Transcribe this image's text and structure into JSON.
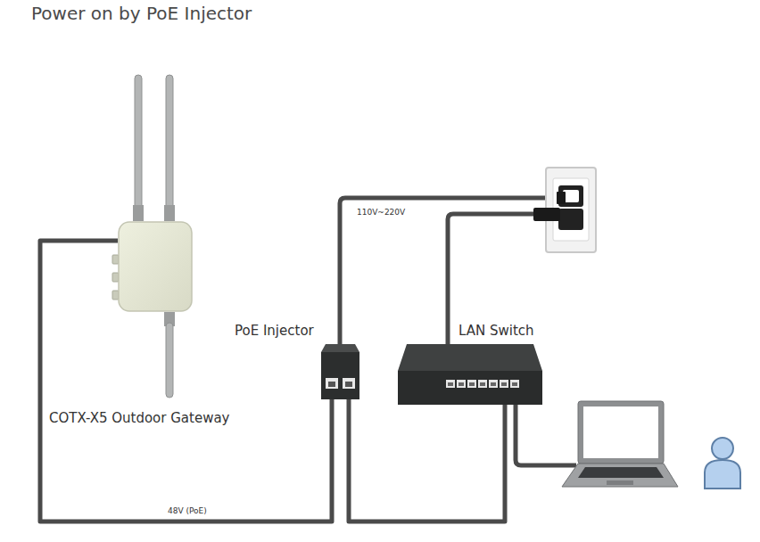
{
  "diagram": {
    "title": "Power on by PoE Injector",
    "nodes": [
      {
        "text": [
          "COTX-X5 Outdoor Gateway"
        ]
      },
      {
        "text": [
          "PoE Injector"
        ]
      },
      {
        "text": [
          "LAN Switch"
        ]
      }
    ],
    "edges": [
      {
        "from": 0,
        "to": 1,
        "label": "48V (PoE)",
        "arrow": "none"
      },
      {
        "from": 1,
        "to": 2,
        "arrow": "none"
      }
    ],
    "labels": [
      "110V~220V"
    ]
  }
}
